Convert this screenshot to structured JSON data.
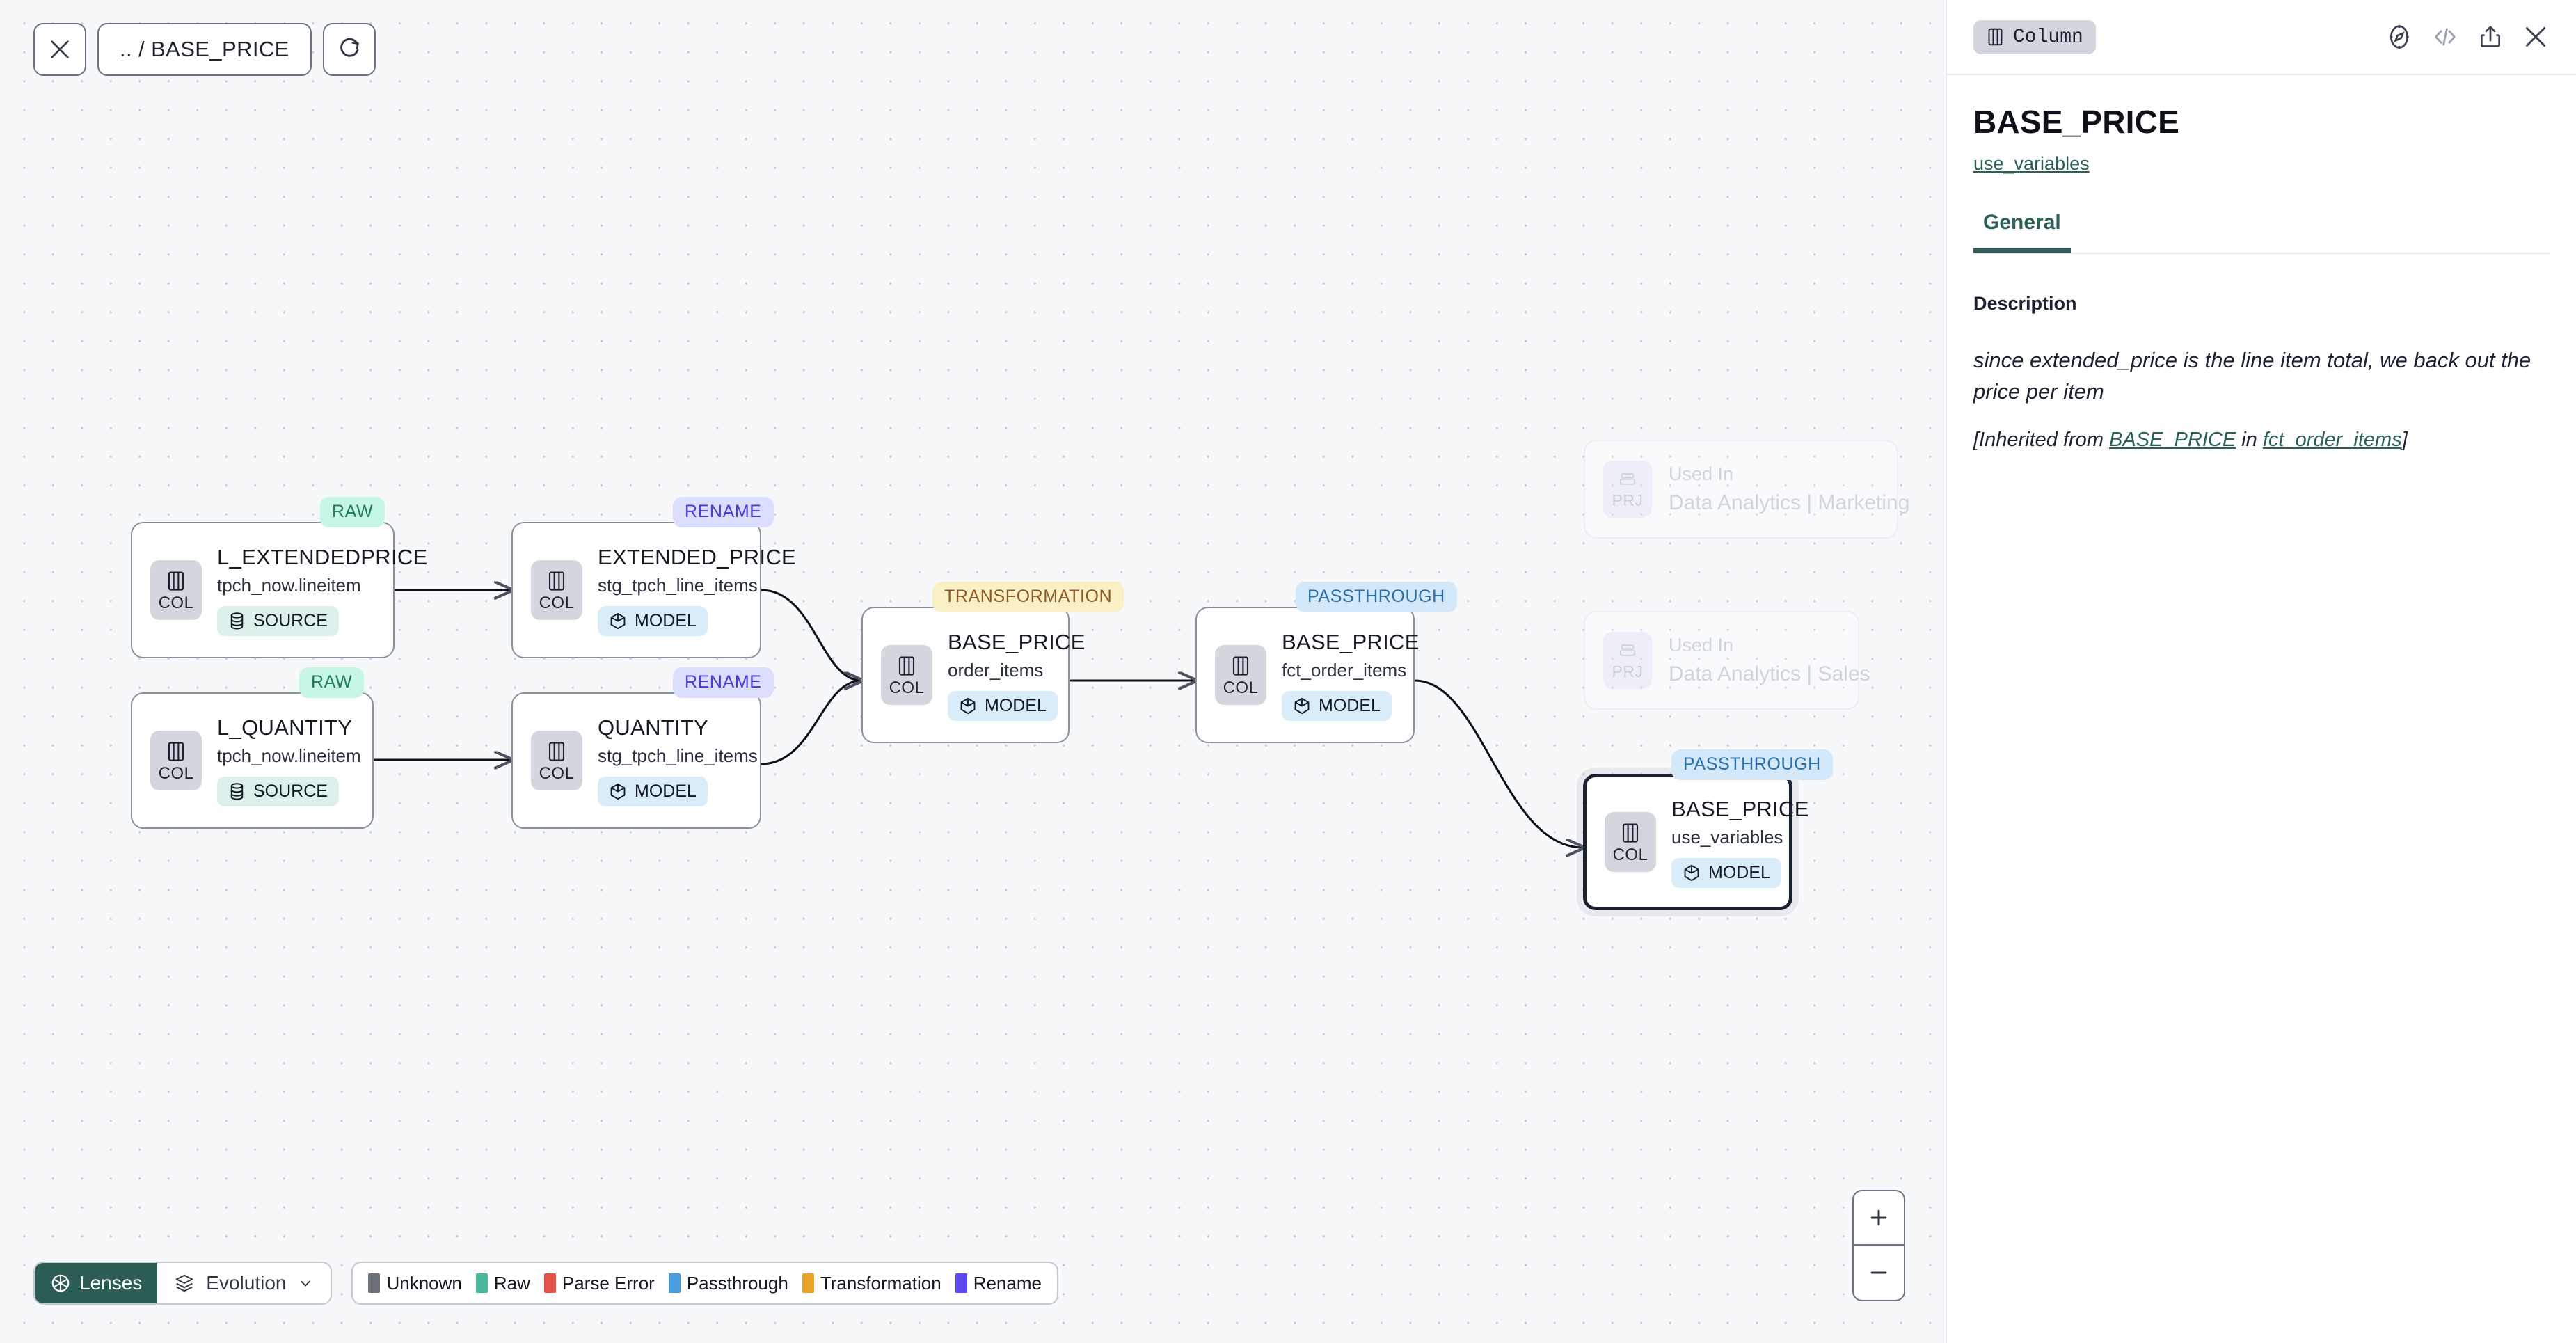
{
  "toolbar": {
    "close_label": "close-icon",
    "breadcrumb": ".. / BASE_PRICE",
    "refresh_label": "refresh-icon"
  },
  "graph": {
    "nodes": [
      {
        "id": "l_extendedprice",
        "tag": "RAW",
        "tag_kind": "raw",
        "title": "L_EXTENDEDPRICE",
        "subtitle": "tpch_now.lineitem",
        "chip": "COL",
        "kind": "SOURCE",
        "kind_class": "source"
      },
      {
        "id": "l_quantity",
        "tag": "RAW",
        "tag_kind": "raw",
        "title": "L_QUANTITY",
        "subtitle": "tpch_now.lineitem",
        "chip": "COL",
        "kind": "SOURCE",
        "kind_class": "source"
      },
      {
        "id": "extended_price",
        "tag": "RENAME",
        "tag_kind": "rename",
        "title": "EXTENDED_PRICE",
        "subtitle": "stg_tpch_line_items",
        "chip": "COL",
        "kind": "MODEL",
        "kind_class": "model"
      },
      {
        "id": "quantity",
        "tag": "RENAME",
        "tag_kind": "rename",
        "title": "QUANTITY",
        "subtitle": "stg_tpch_line_items",
        "chip": "COL",
        "kind": "MODEL",
        "kind_class": "model"
      },
      {
        "id": "base_price_oi",
        "tag": "TRANSFORMATION",
        "tag_kind": "transformation",
        "title": "BASE_PRICE",
        "subtitle": "order_items",
        "chip": "COL",
        "kind": "MODEL",
        "kind_class": "model"
      },
      {
        "id": "base_price_fct",
        "tag": "PASSTHROUGH",
        "tag_kind": "passthrough",
        "title": "BASE_PRICE",
        "subtitle": "fct_order_items",
        "chip": "COL",
        "kind": "MODEL",
        "kind_class": "model"
      },
      {
        "id": "base_price_uv",
        "tag": "PASSTHROUGH",
        "tag_kind": "passthrough",
        "title": "BASE_PRICE",
        "subtitle": "use_variables",
        "chip": "COL",
        "kind": "MODEL",
        "kind_class": "model"
      }
    ],
    "ghost_nodes": [
      {
        "id": "used_in_marketing",
        "chip": "PRJ",
        "top": "Used In",
        "main": "Data Analytics | Marketing"
      },
      {
        "id": "used_in_sales",
        "chip": "PRJ",
        "top": "Used In",
        "main": "Data Analytics | Sales"
      }
    ]
  },
  "zoom_controls": {
    "zoom_in": "+",
    "zoom_out": "–"
  },
  "bottom_bar": {
    "lenses_label": "Lenses",
    "evolution_label": "Evolution",
    "legend": [
      {
        "label": "Unknown",
        "color": "#6c7079"
      },
      {
        "label": "Raw",
        "color": "#49b79c"
      },
      {
        "label": "Parse Error",
        "color": "#e2544a"
      },
      {
        "label": "Passthrough",
        "color": "#4a9ee0"
      },
      {
        "label": "Transformation",
        "color": "#eaa42a"
      },
      {
        "label": "Rename",
        "color": "#5a4af0"
      }
    ]
  },
  "panel": {
    "type_chip": "Column",
    "icons": [
      "compass-icon",
      "code-icon",
      "share-icon",
      "close-icon"
    ],
    "entity_title": "BASE_PRICE",
    "entity_link": "use_variables",
    "tabs": [
      {
        "label": "General",
        "active": true
      }
    ],
    "description_label": "Description",
    "description_text": "since extended_price is the line item total, we back out the price per item",
    "inherited_prefix": "[Inherited from ",
    "inherited_column": "BASE_PRICE",
    "inherited_mid": " in ",
    "inherited_model": "fct_order_items",
    "inherited_suffix": "]"
  }
}
